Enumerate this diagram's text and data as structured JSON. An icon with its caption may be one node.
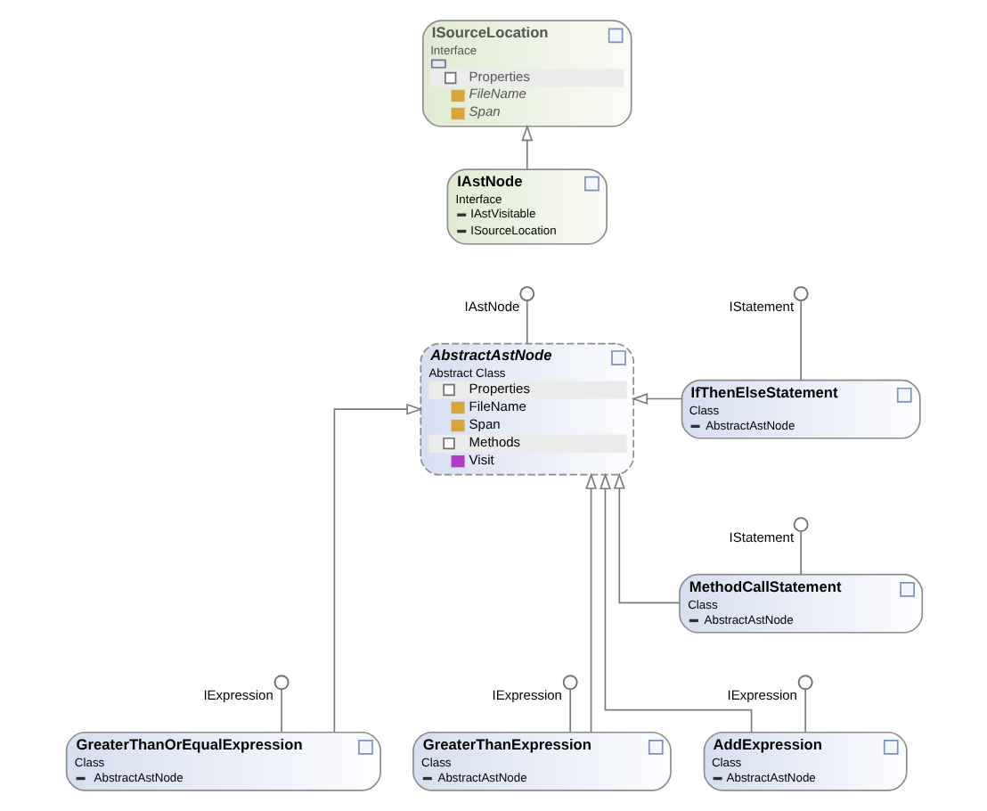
{
  "diagram": {
    "nodes": [
      {
        "text": [
          "ISourceLocation",
          "Interface",
          "Properties",
          "FileName",
          "Span"
        ]
      },
      {
        "text": [
          "IAstNode",
          "Interface",
          "IAstVisitable",
          "ISourceLocation"
        ]
      },
      {
        "text": [],
        "shape": "circle",
        "beside": [
          "IAstNode"
        ]
      },
      {
        "text": [],
        "shape": "circle",
        "beside": [
          "IStatement"
        ]
      },
      {
        "text": [
          "AbstractAstNode",
          "Abstract Class",
          "Properties",
          "FileName",
          "Span",
          "Methods",
          "Visit"
        ]
      },
      {
        "text": [
          "IfThenElseStatement",
          "Class",
          "AbstractAstNode"
        ]
      },
      {
        "text": [],
        "shape": "circle",
        "beside": [
          "IStatement"
        ]
      },
      {
        "text": [
          "MethodCallStatement",
          "Class",
          "AbstractAstNode"
        ]
      },
      {
        "text": [],
        "shape": "circle",
        "beside": [
          "IExpression"
        ]
      },
      {
        "text": [],
        "shape": "circle",
        "beside": [
          "IExpression"
        ]
      },
      {
        "text": [],
        "shape": "circle",
        "beside": [
          "IExpression"
        ]
      },
      {
        "text": [
          "GreaterThanOrEqualExpression",
          "Class",
          "AbstractAstNode"
        ]
      },
      {
        "text": [
          "GreaterThanExpression",
          "Class",
          "AbstractAstNode"
        ]
      },
      {
        "text": [
          "AddExpression",
          "Class",
          "AbstractAstNode"
        ]
      }
    ],
    "edges": [
      {
        "from": 1,
        "to": 0,
        "arrow": "to"
      },
      {
        "from": 4,
        "to": 2,
        "arrow": "none"
      },
      {
        "from": 5,
        "to": 3,
        "arrow": "none"
      },
      {
        "from": 5,
        "to": 4,
        "arrow": "to"
      },
      {
        "from": 11,
        "to": 4,
        "arrow": "to"
      },
      {
        "from": 12,
        "to": 4,
        "arrow": "to"
      },
      {
        "from": 13,
        "to": 4,
        "arrow": "to"
      },
      {
        "from": 7,
        "to": 6,
        "arrow": "none"
      },
      {
        "from": 7,
        "to": 4,
        "arrow": "to"
      },
      {
        "from": 11,
        "to": 8,
        "arrow": "none"
      },
      {
        "from": 12,
        "to": 9,
        "arrow": "none"
      },
      {
        "from": 13,
        "to": 10,
        "arrow": "none"
      }
    ]
  }
}
